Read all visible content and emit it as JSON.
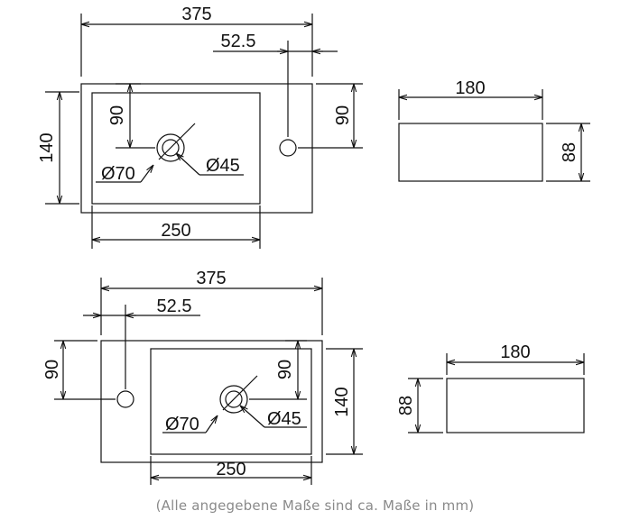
{
  "colors": {
    "line": "#111111",
    "caption": "#8a8a8a",
    "background": "#ffffff"
  },
  "variant_right_tap": {
    "basin_length": "375",
    "tap_hole_offset": "52.5",
    "basin_depth": "140",
    "bowl_to_drain": "90",
    "edge_to_tap_hole": "90",
    "drain_outer_diameter": "Ø70",
    "drain_inner_diameter": "Ø45",
    "bowl_length": "250",
    "side_width": "180",
    "side_height": "88"
  },
  "variant_left_tap": {
    "basin_length": "375",
    "tap_hole_offset": "52.5",
    "edge_to_tap_hole": "90",
    "bowl_to_drain": "90",
    "basin_depth": "140",
    "drain_outer_diameter": "Ø70",
    "drain_inner_diameter": "Ø45",
    "bowl_length": "250",
    "side_width": "180",
    "side_height": "88"
  },
  "caption": "(Alle angegebene Maße sind ca. Maße in mm)"
}
